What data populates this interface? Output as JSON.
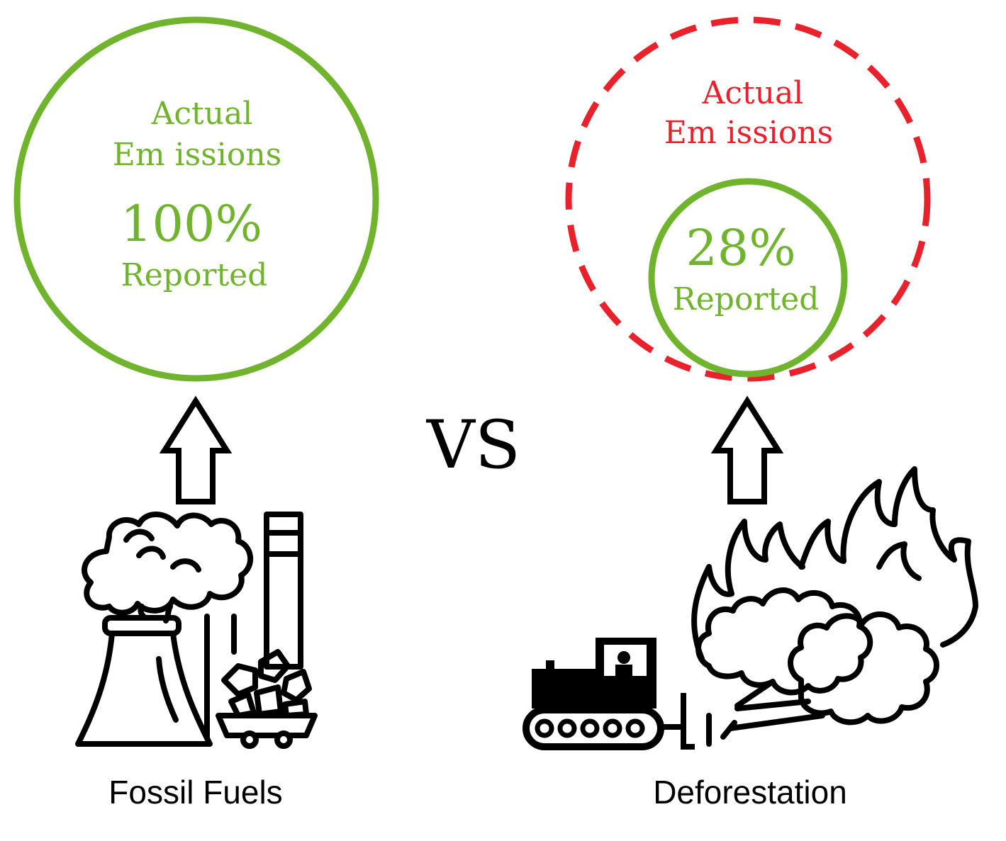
{
  "colors": {
    "green": "#6fb42c",
    "red": "#e8212b",
    "black": "#000000"
  },
  "left_panel": {
    "circle_line1": "Actual",
    "circle_line2": "Em issions",
    "percent": "100%",
    "reported": "Reported",
    "label": "Fossil Fuels",
    "icon": "power-plant-icon"
  },
  "middle": {
    "vs": "VS"
  },
  "right_panel": {
    "outer_line1": "Actual",
    "outer_line2": "Em issions",
    "percent": "28%",
    "reported": "Reported",
    "label": "Deforestation",
    "icon": "bulldozer-forest-fire-icon"
  }
}
